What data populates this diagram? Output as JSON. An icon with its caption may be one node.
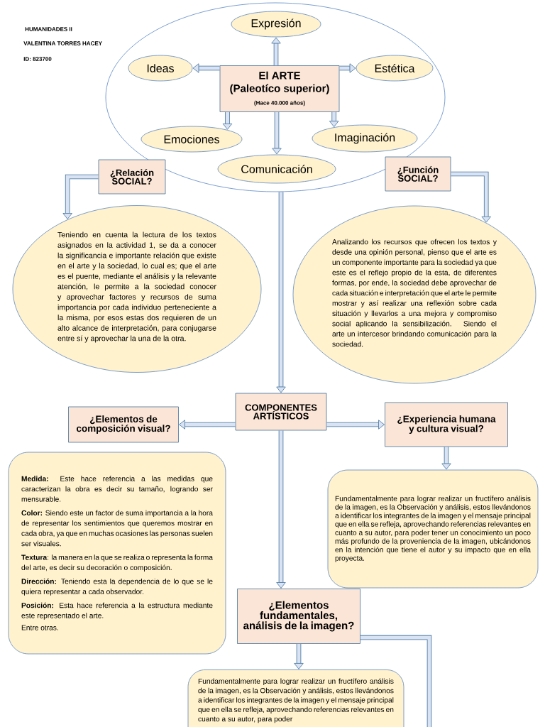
{
  "diagram": {
    "nodes": [
      {
        "text": [],
        "shape": "ellipse"
      },
      {
        "text": [
          "El ARTE",
          "(Paleotíco superior)",
          "(Hace 40.000 años)"
        ],
        "in": 0
      },
      {
        "text": [
          "Expresión"
        ],
        "in": 0
      },
      {
        "text": [
          "Ideas"
        ],
        "in": 0
      },
      {
        "text": [
          "Estética"
        ],
        "in": 0
      },
      {
        "text": [
          "Emociones"
        ],
        "in": 0
      },
      {
        "text": [
          "Imaginación"
        ],
        "in": 0
      },
      {
        "text": [
          "Comunicación"
        ],
        "in": 0
      },
      {
        "text": [
          "¿Relación SOCIAL?"
        ]
      },
      {
        "text": [
          "¿Función SOCIAL?"
        ]
      },
      {
        "text": [
          "Teniendo en cuenta la lectura de los textos asignados en la actividad 1, se da a conocer la significancia e importante relación que existe en el arte y la sociedad, lo cual es; que el arte es el puente, mediante el análisis y la relevante atención, le permite a la sociedad conocer y aprovechar factores y recursos de suma importancia por cada individuo perteneciente a la misma, por esos estas dos requieren de un alto alcance de interpretación, para conjugarse entre sí y aprovechar la una de la otra."
        ]
      },
      {
        "text": [
          "Analizando los recursos que ofrecen los textos y desde una opinión personal, pienso que el arte es un componente importante para la sociedad ya que este es el reflejo propio de la esta, de diferentes formas, por ende, la sociedad debe aprovechar de cada situación e interpretación que el arte le permite mostrar y así realizar una reflexión sobre cada situación y llevarlos a una mejora y compromiso social aplicando la sensibilización. Siendo el arte un intercesor brindando comunicación para la sociedad."
        ]
      },
      {
        "text": [
          "COMPONENTES ARTÍSTICOS"
        ]
      },
      {
        "text": [
          "¿Elementos de composición visual?"
        ]
      },
      {
        "text": [
          "¿Experiencia humana y cultura visual?"
        ]
      },
      {
        "text": [
          "**Medida:** Este hace referencia a las medidas que caracterizan la obra es decir su tamaño, logrando ser mensurable.",
          "**Color:** Siendo este un factor de suma importancia a la hora de representar los sentimientos que queremos mostrar en cada obra, ya que en muchas ocasiones las personas suelen ser visuales.",
          "**Textura**: la manera en la que se realiza o representa la forma del arte, es decir su decoración o composición.",
          "**Dirección:** Teniendo esta la dependencia de lo que se le quiera representar a cada observador.",
          "**Posición:** Esta hace referencia a la estructura mediante este representado el arte.",
          "Entre otras."
        ]
      },
      {
        "text": [
          "Fundamentalmente para lograr realizar un fructífero análisis de la imagen, es la Observación y análisis, estos llevándonos a identificar los integrantes de la imagen y el mensaje principal que en ella se refleja, aprovechando referencias relevantes en cuanto a su autor, para poder tener un conocimiento un poco más profundo de la proveniencia de la imagen, ubicándonos en la intención que tiene el autor y su impacto que en ella proyecta."
        ]
      },
      {
        "text": [
          "¿Elementos fundamentales, análisis de la imagen?"
        ]
      },
      {
        "text": [
          "Fundamentalmente para lograr realizar un fructífero análisis de la imagen, es la Observación y análisis, estos llevándonos a identificar los integrantes de la imagen y el mensaje principal que en ella se refleja, aprovechando referencias relevantes en cuanto a su autor, para poder"
        ]
      }
    ],
    "edges": [
      {
        "from": 1,
        "to": 2,
        "arrow": "to"
      },
      {
        "from": 1,
        "to": 3,
        "arrow": "to"
      },
      {
        "from": 1,
        "to": 4,
        "arrow": "to"
      },
      {
        "from": 1,
        "to": 5,
        "arrow": "to"
      },
      {
        "from": 1,
        "to": 6,
        "arrow": "to"
      },
      {
        "from": 1,
        "to": 7,
        "arrow": "to"
      },
      {
        "from": 8,
        "to": 10,
        "arrow": "to"
      },
      {
        "from": 9,
        "to": 11,
        "arrow": "to"
      },
      {
        "from": 0,
        "to": 12,
        "arrow": "to"
      },
      {
        "from": 12,
        "to": 13,
        "arrow": "to"
      },
      {
        "from": 12,
        "to": 14,
        "arrow": "to"
      },
      {
        "from": 12,
        "to": 17,
        "arrow": "to"
      },
      {
        "from": 14,
        "to": 16,
        "arrow": "to"
      },
      {
        "from": 17,
        "to": 18,
        "arrow": "to"
      },
      {
        "from": 17,
        "to": null,
        "arrow": "none"
      }
    ],
    "labels": [
      "HUMANIDADES II",
      "VALENTINA TORRES HACEY",
      "ID: 823700"
    ]
  }
}
